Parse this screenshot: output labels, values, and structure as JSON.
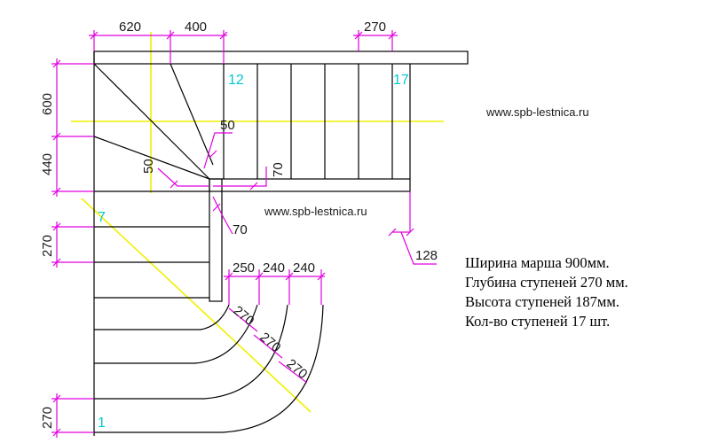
{
  "dimensions": {
    "top_620": "620",
    "top_400": "400",
    "top_270": "270",
    "left_600": "600",
    "left_440": "440",
    "left_270_upper": "270",
    "left_270_lower": "270",
    "inner_50_upper": "50",
    "inner_50_left": "50",
    "inner_70_right": "70",
    "inner_70_lower": "70",
    "right_128": "128",
    "winder_250": "250",
    "winder_240_a": "240",
    "winder_240_b": "240",
    "arc_270_a": "270",
    "arc_270_b": "270",
    "arc_270_c": "270"
  },
  "step_numbers": {
    "step_1": "1",
    "step_7": "7",
    "step_12": "12",
    "step_17": "17"
  },
  "website": {
    "top": "www.spb-lestnica.ru",
    "middle": "www.spb-lestnica.ru"
  },
  "notes": [
    "Ширина марша 900мм.",
    "Глубина ступеней 270 мм.",
    "Высота ступеней 187мм.",
    "Кол-во ступеней 17 шт."
  ],
  "colors": {
    "lines": "#000000",
    "dimensions": "#e000e0",
    "axis": "#f0f000",
    "step_numbers": "#00c8d0"
  }
}
